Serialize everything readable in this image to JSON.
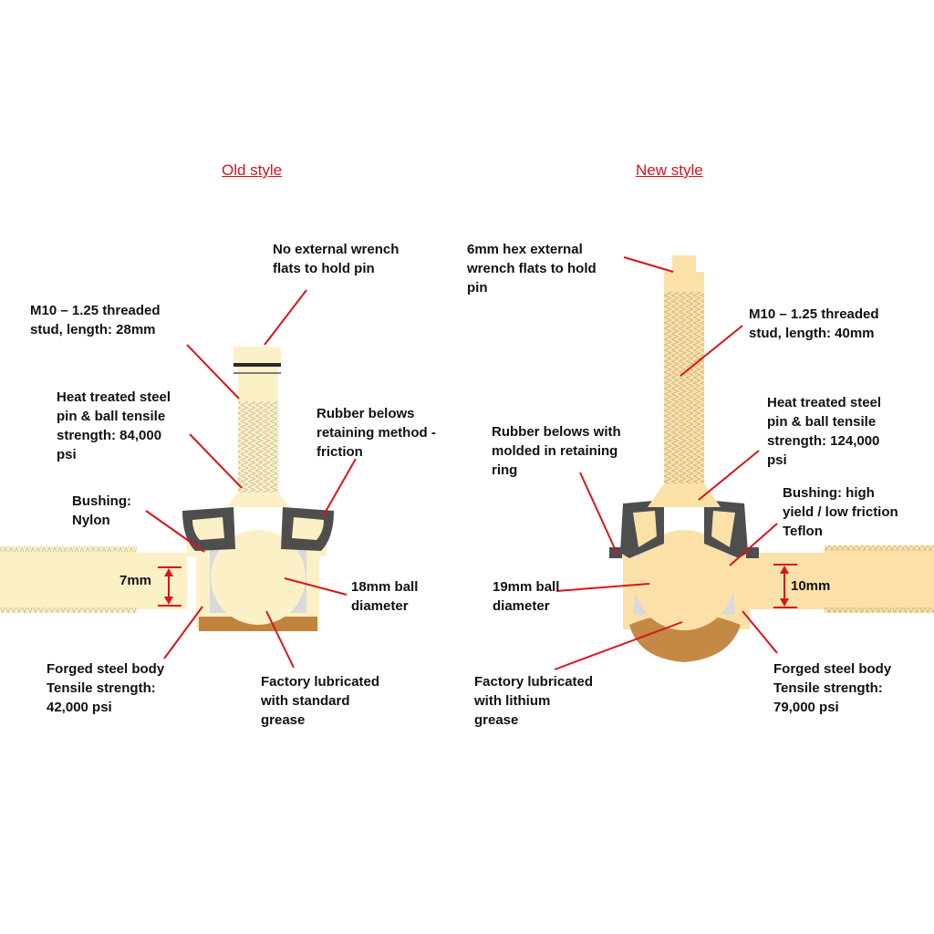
{
  "colors": {
    "part_old": "#fcf0c6",
    "part_new": "#fbe1a8",
    "leader": "#d9141c",
    "title": "#d9141c",
    "rubber": "#4e4e4e",
    "bushing": "#d9d9d9",
    "grease_old": "#c1843f",
    "grease_new": "#c48a45"
  },
  "titles": {
    "old": "Old style",
    "new": "New style"
  },
  "old_style": {
    "wrench": "No external wrench\nflats to hold pin",
    "stud": "M10 – 1.25 threaded\nstud, length: 28mm",
    "heat": "Heat treated steel\npin & ball tensile\nstrength: 84,000\npsi",
    "boot": "Rubber belows\nretaining method -\nfriction",
    "bushing": "Bushing:\nNylon",
    "ball": "18mm ball\ndiameter",
    "body": "Forged steel body\nTensile strength:\n42,000 psi",
    "grease": "Factory lubricated\nwith standard\ngrease",
    "dim": "7mm"
  },
  "new_style": {
    "wrench": "6mm hex external\nwrench flats to hold\npin",
    "stud": "M10 – 1.25 threaded\nstud, length: 40mm",
    "heat": "Heat treated steel\npin & ball tensile\nstrength: 124,000\npsi",
    "boot": "Rubber belows with\nmolded in retaining\nring",
    "bushing": "Bushing: high\nyield / low friction\nTeflon",
    "ball": "19mm ball\ndiameter",
    "body": "Forged steel body\nTensile strength:\n79,000 psi",
    "grease": "Factory lubricated\nwith lithium\ngrease",
    "dim": "10mm"
  }
}
